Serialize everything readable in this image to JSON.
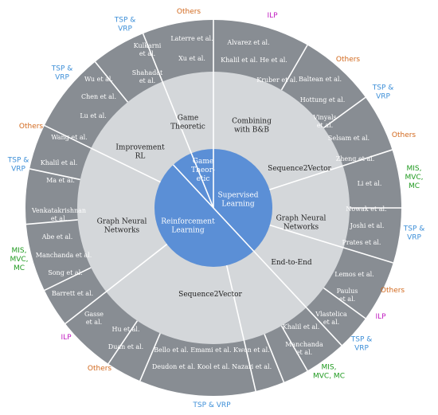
{
  "colors": {
    "outer_ring": "#888d93",
    "middle_ring": "#d4d7da",
    "inner_disk": "#5b8fd6",
    "inner_disk_light": "#4a83d4",
    "cat_blue": "#3d8fd8",
    "cat_green": "#1f9a1f",
    "cat_orange": "#d2691e",
    "cat_magenta": "#c21fc2",
    "separator": "#ffffff"
  },
  "inner": {
    "game_theoretic": [
      "Game",
      "Theor-",
      "etic"
    ],
    "supervised": [
      "Supervised",
      "Learning"
    ],
    "reinforcement": [
      "Reinforcement",
      "Learning"
    ]
  },
  "middle": {
    "combining": [
      "Combining",
      "with B&B"
    ],
    "seq2vec_sup": [
      "Sequence2Vector"
    ],
    "gnn_sup": [
      "Graph Neural",
      "Networks"
    ],
    "end_to_end": [
      "End-to-End"
    ],
    "seq2vec_rl": [
      "Sequence2Vector"
    ],
    "gnn_rl": [
      "Graph Neural",
      "Networks"
    ],
    "improvement_rl": [
      "Improvement",
      "RL"
    ],
    "game_theoretic": [
      "Game",
      "Theoretic"
    ]
  },
  "outer": {
    "alvarez": "Alvarez et al.",
    "khalil_he": "Khalil et al.   He et al.",
    "kruber": "Kruber et al.",
    "baltean": "Baltean et al.",
    "hottung": "Hottung et al.",
    "vinyals": [
      "Vinyals",
      "et al."
    ],
    "selsam": "Selsam et al.",
    "zheng": "Zheng et al.",
    "li": "Li et al.",
    "nowak": "Nowak et al.",
    "joshi": "Joshi et al.",
    "prates": "Prates et al.",
    "lemos": "Lemos et al.",
    "paulus": [
      "Paulus",
      "et al."
    ],
    "vlastelica": [
      "Vlastelica",
      "et al."
    ],
    "khalil_e2e": "Khalil et al.",
    "manchanda_e2e": [
      "Manchanda",
      "et al."
    ],
    "bello_row": "Bello et al.    Emami et al.    Kwon et al.",
    "deudon_row": "Deudon et al.    Kool et al.    Nazari et al.",
    "hu": "Hu et al.",
    "duan": "Duan et al.",
    "gasse": [
      "Gasse",
      "et al."
    ],
    "barrett": "Barrett et al.",
    "song": [
      "Song et al."
    ],
    "manchanda_rl": "Manchanda et al.",
    "abe": "Abe et al.",
    "venkat": [
      "Venkatakrishnan",
      "et al."
    ],
    "ma": "Ma et al.",
    "khalil_rl": "Khalil et al.",
    "wang": "Wang et al.",
    "lu": "Lu et al.",
    "chen": "Chen et al.",
    "wu": "Wu et al.",
    "shahadat": [
      "Shahadat",
      "et al."
    ],
    "kulkarni": [
      "Kulkarni",
      "et al."
    ],
    "xu": "Xu et al.",
    "laterre": "Laterre et al."
  },
  "categories": {
    "ilp_top": "ILP",
    "others_top": "Others",
    "tsp_top_left": [
      "TSP &",
      "VRP"
    ],
    "others_r1": "Others",
    "tsp_r1": [
      "TSP &",
      "VRP"
    ],
    "others_r2": "Others",
    "mis_r1": [
      "MIS,",
      "MVC,",
      "MC"
    ],
    "tsp_r2": [
      "TSP &",
      "VRP"
    ],
    "others_r3": "Others",
    "ilp_r": "ILP",
    "tsp_r3": [
      "TSP &",
      "VRP"
    ],
    "mis_r2": [
      "MIS,",
      "MVC, MC"
    ],
    "tsp_bottom": "TSP & VRP",
    "others_bottom": "Others",
    "ilp_left": "ILP",
    "mis_left": [
      "MIS,",
      "MVC,",
      "MC"
    ],
    "tsp_left": [
      "TSP &",
      "VRP"
    ],
    "others_left": "Others",
    "tsp_ul": [
      "TSP &",
      "VRP"
    ]
  }
}
